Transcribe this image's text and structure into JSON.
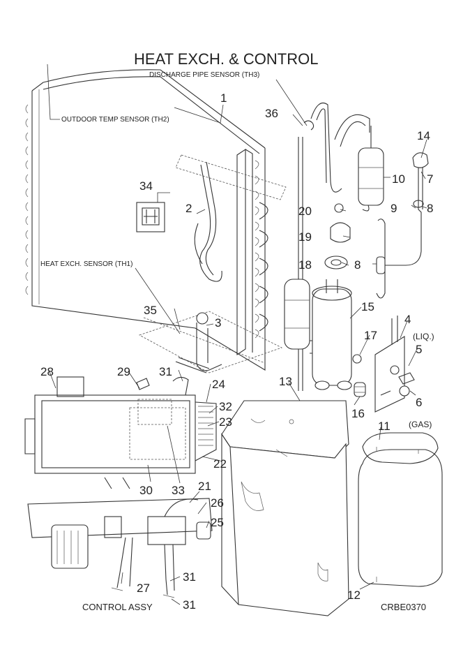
{
  "title": "HEAT EXCH. & CONTROL",
  "sensors": {
    "discharge": "DISCHARGE PIPE SENSOR (TH3)",
    "outdoor": "OUTDOOR TEMP SENSOR (TH2)",
    "heat_exch": "HEAT EXCH. SENSOR (TH1)"
  },
  "labels": {
    "liq": "(LIQ.)",
    "gas": "(GAS)",
    "control_assy": "CONTROL ASSY",
    "code": "CRBE0370"
  },
  "callouts": {
    "c1": "1",
    "c2": "2",
    "c3": "3",
    "c4": "4",
    "c5": "5",
    "c6": "6",
    "c7": "7",
    "c8a": "8",
    "c8b": "8",
    "c9": "9",
    "c10": "10",
    "c11": "11",
    "c12": "12",
    "c13": "13",
    "c14": "14",
    "c15": "15",
    "c16": "16",
    "c17": "17",
    "c18": "18",
    "c19": "19",
    "c20": "20",
    "c21": "21",
    "c22": "22",
    "c23": "23",
    "c24": "24",
    "c25": "25",
    "c26": "26",
    "c27": "27",
    "c28": "28",
    "c29": "29",
    "c30": "30",
    "c31a": "31",
    "c31b": "31",
    "c31c": "31",
    "c32": "32",
    "c33": "33",
    "c34": "34",
    "c35": "35",
    "c36": "36"
  }
}
